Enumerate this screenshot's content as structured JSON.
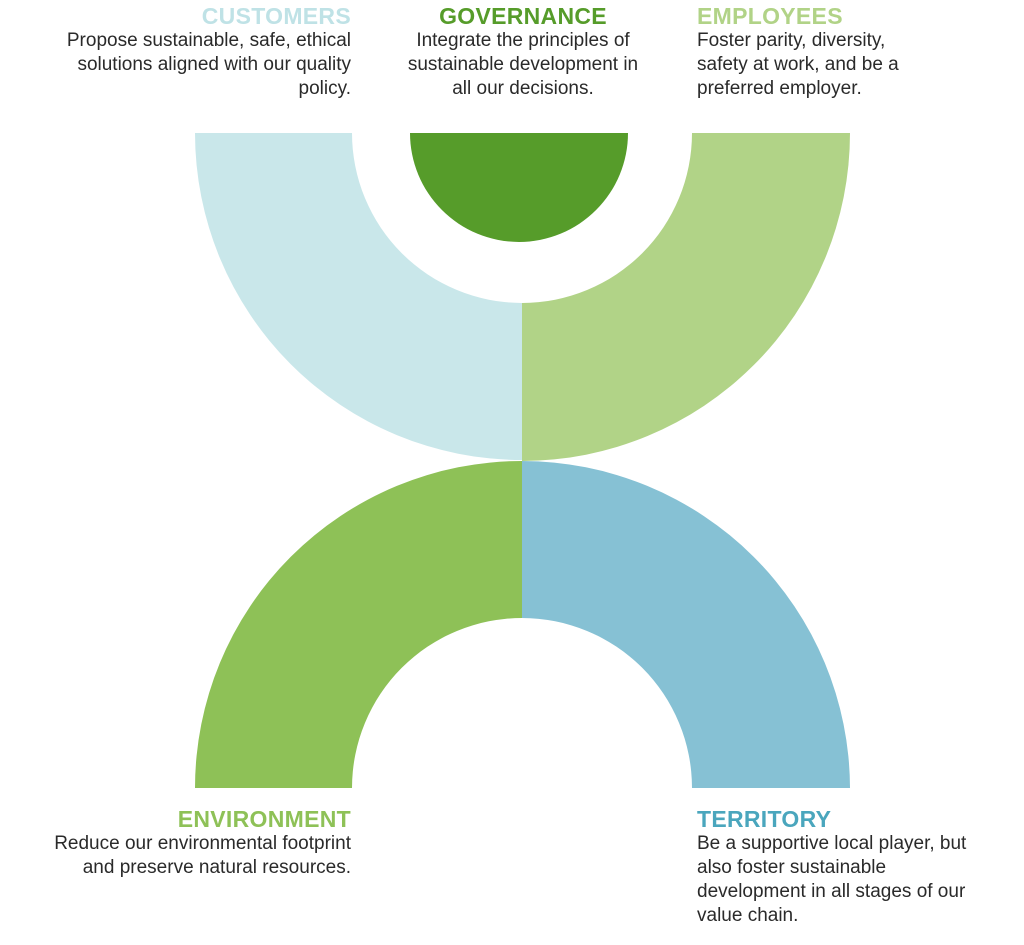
{
  "colors": {
    "customers": "#c9e7ea",
    "customers_heading": "#bfe2e6",
    "governance": "#569c2a",
    "employees": "#b1d387",
    "environment": "#8ec157",
    "territory": "#86c1d4",
    "territory_heading": "#4aa6bd",
    "text": "#2a2a2a"
  },
  "pillars": {
    "customers": {
      "title": "CUSTOMERS",
      "text": "Propose sustainable, safe, ethical solutions aligned with our quality policy."
    },
    "governance": {
      "title": "GOVERNANCE",
      "text": "Integrate the principles of sustainable development in all our decisions."
    },
    "employees": {
      "title": "EMPLOYEES",
      "text": "Foster parity, diversity, safety at work, and be a preferred employer."
    },
    "environment": {
      "title": "ENVIRONMENT",
      "text": "Reduce our environmental footprint and preserve natural resources."
    },
    "territory": {
      "title": "TERRITORY",
      "text": "Be a supportive local player, but also foster sustainable development in all stages of our value chain."
    }
  }
}
